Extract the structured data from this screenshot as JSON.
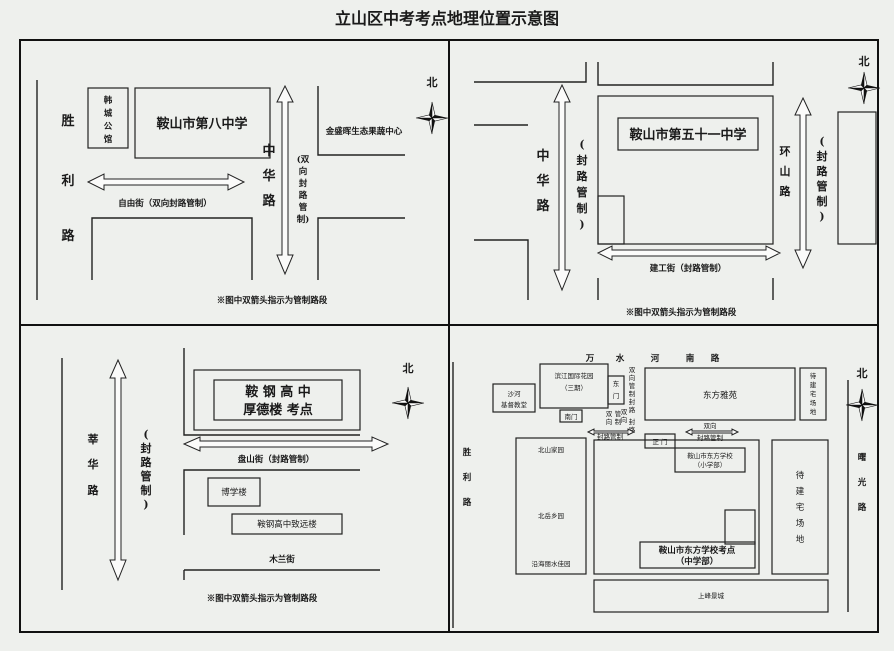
{
  "title": "立山区中考考点地理位置示意图",
  "compass_label": "北",
  "note": "※图中双箭头指示为管制路段",
  "p1": {
    "school": "鞍山市第八中学",
    "hanchen": [
      "韩",
      "城",
      "公",
      "馆"
    ],
    "shengli": [
      "胜",
      "利",
      "路"
    ],
    "zhonghua": [
      "中",
      "华",
      "路"
    ],
    "control": [
      "(双",
      "向",
      "封",
      "路",
      "管",
      "制)"
    ],
    "ziyou": "自由街（双向封路管制）",
    "jinsheng": "金盛晖生态果蔬中心"
  },
  "p2": {
    "school": "鞍山市第五十一中学",
    "zhonghua": [
      "中",
      "华",
      "路"
    ],
    "control": [
      "(",
      "封",
      "路",
      "管",
      "制",
      ")"
    ],
    "huanshan": [
      "环",
      "山",
      "路"
    ],
    "control_r": [
      "(",
      "封",
      "路",
      "管",
      "制",
      ")"
    ],
    "jiangong": "建工街（封路管制）"
  },
  "p3": {
    "school_l1": "鞍 钢 高 中",
    "school_l2": "厚德楼  考点",
    "shenghua": [
      "莘",
      "华",
      "路"
    ],
    "control": [
      "(",
      "封",
      "路",
      "管",
      "制",
      ")"
    ],
    "panshan": "盘山街（封路管制）",
    "boxue": "博学楼",
    "zhiyuan": "鞍钢高中致远楼",
    "mulan": "木兰街"
  },
  "p4": {
    "shahe": [
      "沙河",
      "基督教堂"
    ],
    "binjiang": [
      "滨江国际花园",
      "（三期）"
    ],
    "wanshui": [
      "万",
      "水",
      "河",
      "南",
      "路"
    ],
    "dongmen": [
      "东",
      "门"
    ],
    "nanmen": "南门",
    "zhengmen": "正  门",
    "dongfangyayuan": "东方雅苑",
    "daijian_top": [
      "待",
      "建",
      "宅",
      "场",
      "地"
    ],
    "daijian_right": [
      "待",
      "建",
      "宅",
      "场",
      "地"
    ],
    "shengli": [
      "胜",
      "利",
      "路"
    ],
    "shuguang": [
      "曙",
      "光",
      "路"
    ],
    "beishan": "北山家园",
    "beiyue": "北岳乡园",
    "yanhai": "沿海丽水佳园",
    "school_small": [
      "鞍山市东方学校",
      "（小学部）"
    ],
    "school_exam": [
      "鞍山市东方学校考点",
      "（中学部）"
    ],
    "shangfeng": "上峰景城",
    "liangxiang_a": [
      "双",
      "向"
    ],
    "liangxiang_b": "双向",
    "fenglu_a": "封路管制",
    "fenglu_b": "封路管制",
    "lane1": [
      "双",
      "向",
      "管",
      "制",
      "封",
      "路"
    ],
    "lane2": [
      "双",
      "向",
      "管",
      "制",
      "封",
      "路"
    ]
  }
}
